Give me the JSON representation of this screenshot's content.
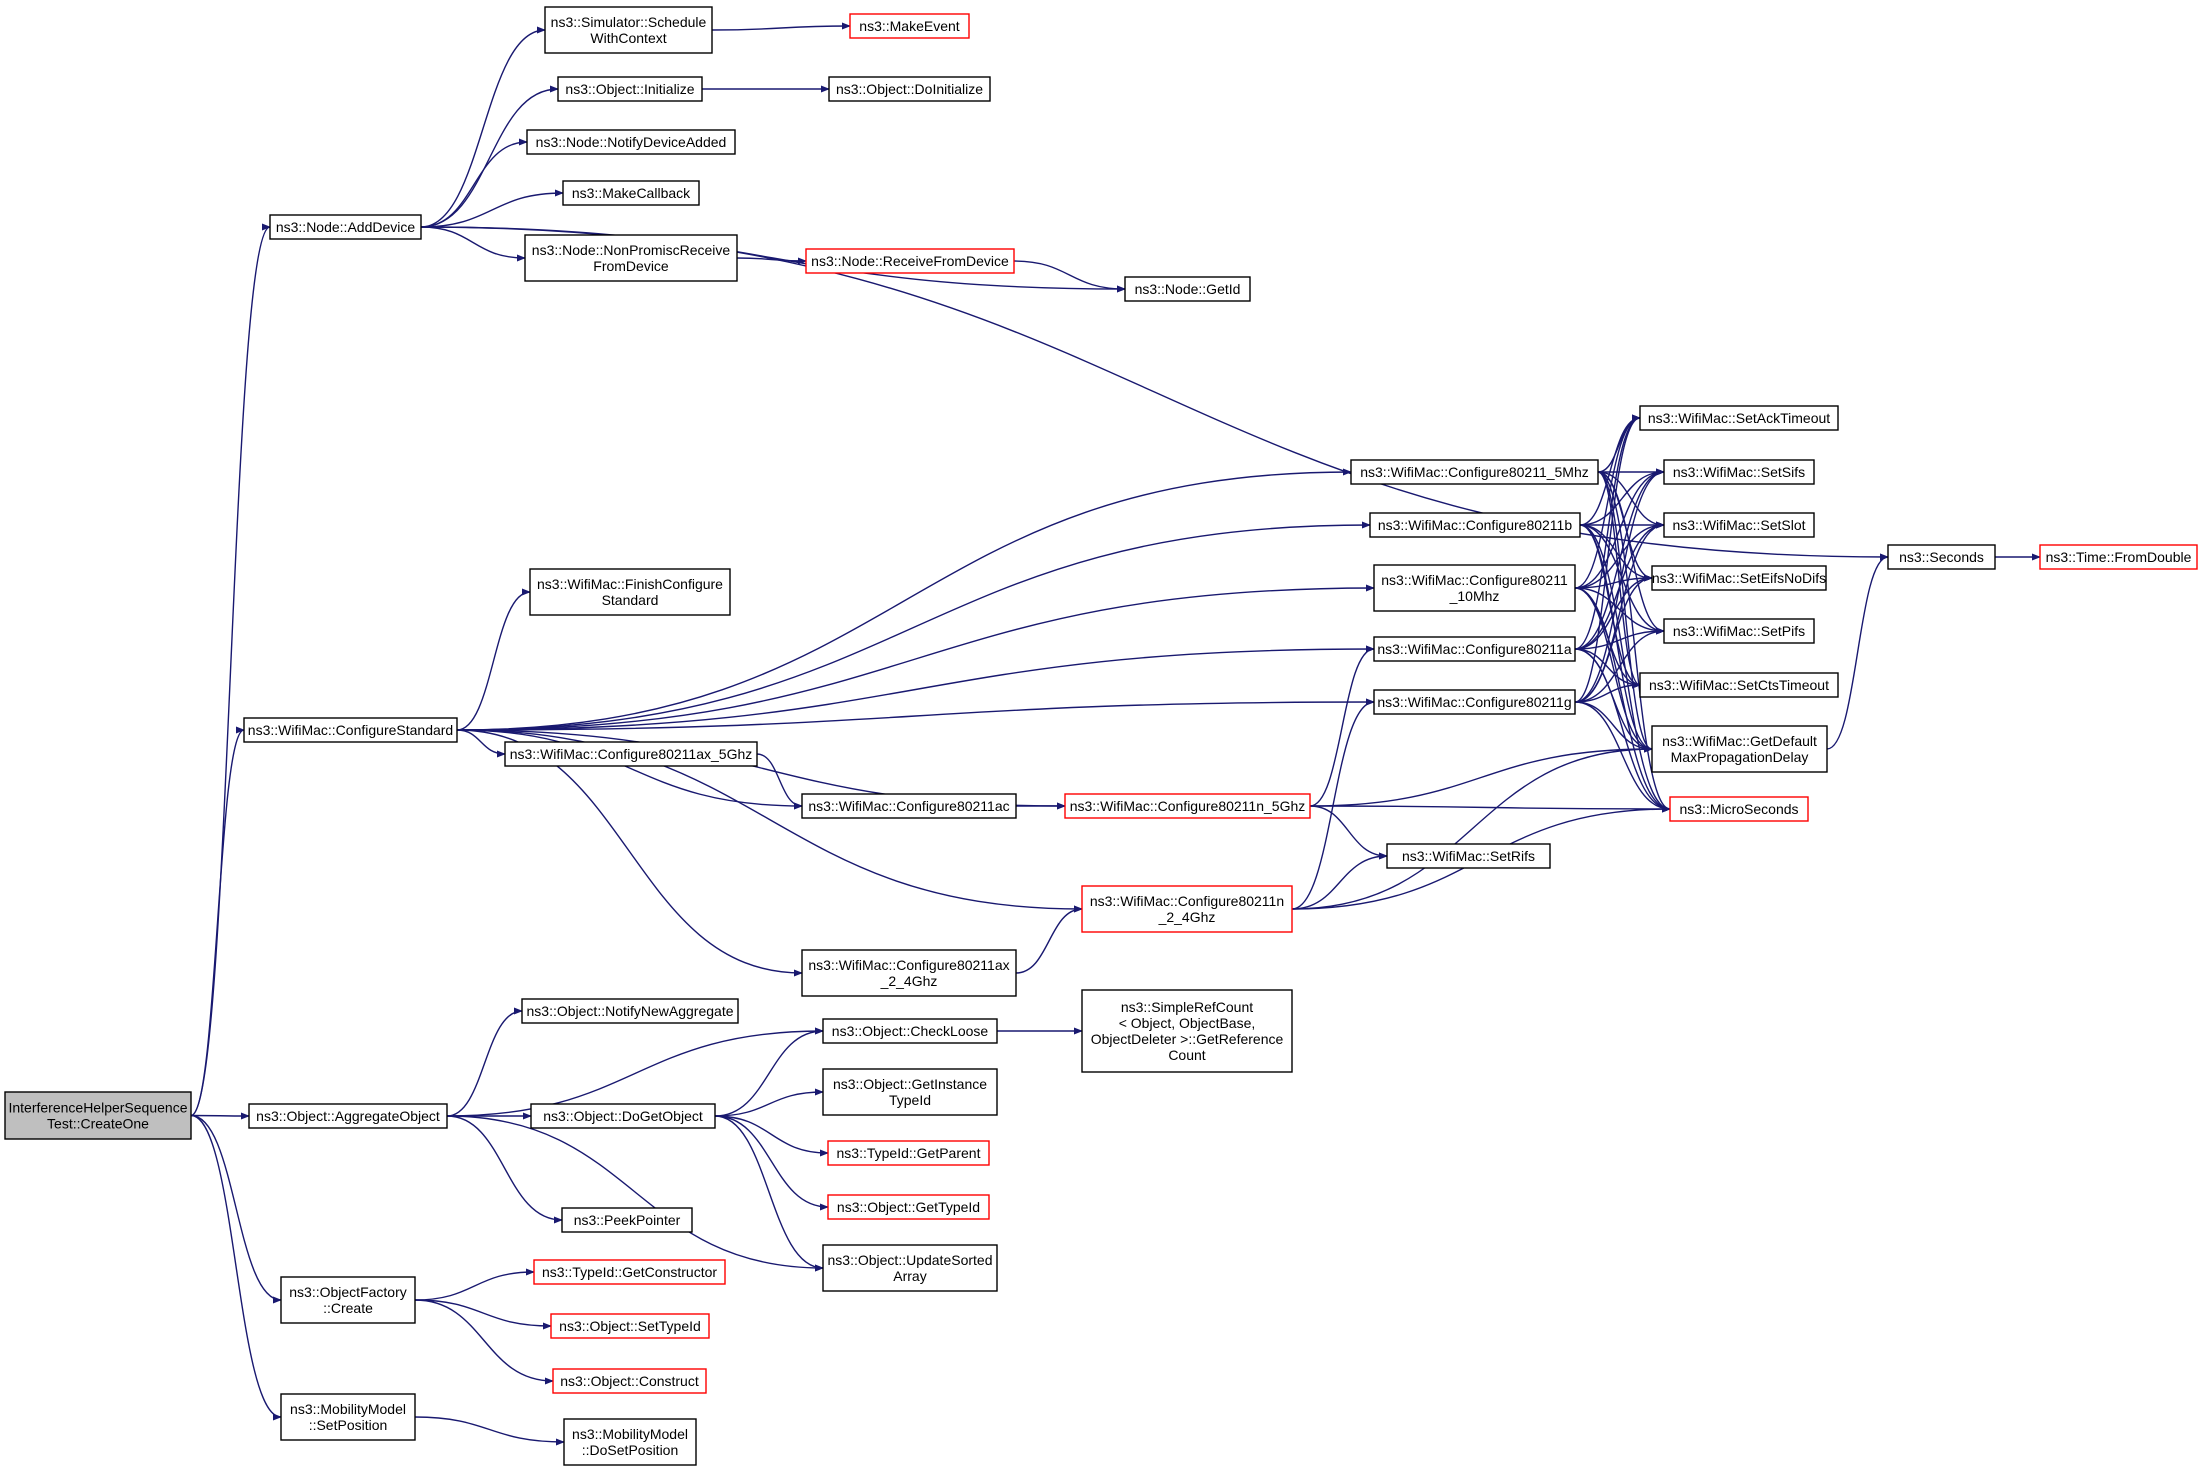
{
  "diagram": {
    "colors": {
      "edge": "#191970",
      "border": "#000000",
      "link_border": "#ff0000",
      "root_fill": "#bfbfbf"
    },
    "nodes": [
      {
        "id": "root",
        "lines": [
          "InterferenceHelperSequence",
          "Test::CreateOne"
        ],
        "style": "root"
      },
      {
        "id": "addDevice",
        "lines": [
          "ns3::Node::AddDevice"
        ],
        "style": "normal"
      },
      {
        "id": "configStd",
        "lines": [
          "ns3::WifiMac::ConfigureStandard"
        ],
        "style": "normal"
      },
      {
        "id": "aggObj",
        "lines": [
          "ns3::Object::AggregateObject"
        ],
        "style": "normal"
      },
      {
        "id": "objFactory",
        "lines": [
          "ns3::ObjectFactory",
          "::Create"
        ],
        "style": "normal"
      },
      {
        "id": "mobSetPos",
        "lines": [
          "ns3::MobilityModel",
          "::SetPosition"
        ],
        "style": "normal"
      },
      {
        "id": "schedCtx",
        "lines": [
          "ns3::Simulator::Schedule",
          "WithContext"
        ],
        "style": "normal"
      },
      {
        "id": "makeEvent",
        "lines": [
          "ns3::MakeEvent"
        ],
        "style": "link"
      },
      {
        "id": "objInit",
        "lines": [
          "ns3::Object::Initialize"
        ],
        "style": "normal"
      },
      {
        "id": "objDoInit",
        "lines": [
          "ns3::Object::DoInitialize"
        ],
        "style": "normal"
      },
      {
        "id": "notifyDev",
        "lines": [
          "ns3::Node::NotifyDeviceAdded"
        ],
        "style": "normal"
      },
      {
        "id": "makeCb",
        "lines": [
          "ns3::MakeCallback"
        ],
        "style": "normal"
      },
      {
        "id": "nonPromisc",
        "lines": [
          "ns3::Node::NonPromiscReceive",
          "FromDevice"
        ],
        "style": "normal"
      },
      {
        "id": "recvFromDev",
        "lines": [
          "ns3::Node::ReceiveFromDevice"
        ],
        "style": "link"
      },
      {
        "id": "getId",
        "lines": [
          "ns3::Node::GetId"
        ],
        "style": "normal"
      },
      {
        "id": "finishCfg",
        "lines": [
          "ns3::WifiMac::FinishConfigure",
          "Standard"
        ],
        "style": "normal"
      },
      {
        "id": "c5mhz",
        "lines": [
          "ns3::WifiMac::Configure80211_5Mhz"
        ],
        "style": "normal"
      },
      {
        "id": "cb",
        "lines": [
          "ns3::WifiMac::Configure80211b"
        ],
        "style": "normal"
      },
      {
        "id": "c10mhz",
        "lines": [
          "ns3::WifiMac::Configure80211",
          "_10Mhz"
        ],
        "style": "normal"
      },
      {
        "id": "ca",
        "lines": [
          "ns3::WifiMac::Configure80211a"
        ],
        "style": "normal"
      },
      {
        "id": "cg",
        "lines": [
          "ns3::WifiMac::Configure80211g"
        ],
        "style": "normal"
      },
      {
        "id": "cax5",
        "lines": [
          "ns3::WifiMac::Configure80211ax_5Ghz"
        ],
        "style": "normal"
      },
      {
        "id": "cac",
        "lines": [
          "ns3::WifiMac::Configure80211ac"
        ],
        "style": "normal"
      },
      {
        "id": "cn5",
        "lines": [
          "ns3::WifiMac::Configure80211n_5Ghz"
        ],
        "style": "link"
      },
      {
        "id": "cn24",
        "lines": [
          "ns3::WifiMac::Configure80211n",
          "_2_4Ghz"
        ],
        "style": "link"
      },
      {
        "id": "cax24",
        "lines": [
          "ns3::WifiMac::Configure80211ax",
          "_2_4Ghz"
        ],
        "style": "normal"
      },
      {
        "id": "setRifs",
        "lines": [
          "ns3::WifiMac::SetRifs"
        ],
        "style": "normal"
      },
      {
        "id": "setAck",
        "lines": [
          "ns3::WifiMac::SetAckTimeout"
        ],
        "style": "normal"
      },
      {
        "id": "setSifs",
        "lines": [
          "ns3::WifiMac::SetSifs"
        ],
        "style": "normal"
      },
      {
        "id": "setSlot",
        "lines": [
          "ns3::WifiMac::SetSlot"
        ],
        "style": "normal"
      },
      {
        "id": "setEifs",
        "lines": [
          "ns3::WifiMac::SetEifsNoDifs"
        ],
        "style": "normal"
      },
      {
        "id": "setPifs",
        "lines": [
          "ns3::WifiMac::SetPifs"
        ],
        "style": "normal"
      },
      {
        "id": "setCts",
        "lines": [
          "ns3::WifiMac::SetCtsTimeout"
        ],
        "style": "normal"
      },
      {
        "id": "getMaxProp",
        "lines": [
          "ns3::WifiMac::GetDefault",
          "MaxPropagationDelay"
        ],
        "style": "normal"
      },
      {
        "id": "micro",
        "lines": [
          "ns3::MicroSeconds"
        ],
        "style": "link"
      },
      {
        "id": "seconds",
        "lines": [
          "ns3::Seconds"
        ],
        "style": "normal"
      },
      {
        "id": "fromDouble",
        "lines": [
          "ns3::Time::FromDouble"
        ],
        "style": "link"
      },
      {
        "id": "notifyAgg",
        "lines": [
          "ns3::Object::NotifyNewAggregate"
        ],
        "style": "normal"
      },
      {
        "id": "checkLoose",
        "lines": [
          "ns3::Object::CheckLoose"
        ],
        "style": "normal"
      },
      {
        "id": "simpleRef",
        "lines": [
          "ns3::SimpleRefCount",
          "< Object, ObjectBase,",
          "ObjectDeleter >::GetReference",
          "Count"
        ],
        "style": "normal"
      },
      {
        "id": "doGetObj",
        "lines": [
          "ns3::Object::DoGetObject"
        ],
        "style": "normal"
      },
      {
        "id": "getInstTid",
        "lines": [
          "ns3::Object::GetInstance",
          "TypeId"
        ],
        "style": "normal"
      },
      {
        "id": "tidGetParent",
        "lines": [
          "ns3::TypeId::GetParent"
        ],
        "style": "link"
      },
      {
        "id": "objGetTid",
        "lines": [
          "ns3::Object::GetTypeId"
        ],
        "style": "link"
      },
      {
        "id": "updSorted",
        "lines": [
          "ns3::Object::UpdateSorted",
          "Array"
        ],
        "style": "normal"
      },
      {
        "id": "peekPtr",
        "lines": [
          "ns3::PeekPointer"
        ],
        "style": "normal"
      },
      {
        "id": "getCtor",
        "lines": [
          "ns3::TypeId::GetConstructor"
        ],
        "style": "link"
      },
      {
        "id": "setTid",
        "lines": [
          "ns3::Object::SetTypeId"
        ],
        "style": "link"
      },
      {
        "id": "construct",
        "lines": [
          "ns3::Object::Construct"
        ],
        "style": "link"
      },
      {
        "id": "doSetPos",
        "lines": [
          "ns3::MobilityModel",
          "::DoSetPosition"
        ],
        "style": "normal"
      }
    ],
    "edges": [
      [
        "root",
        "addDevice"
      ],
      [
        "root",
        "configStd"
      ],
      [
        "root",
        "aggObj"
      ],
      [
        "root",
        "objFactory"
      ],
      [
        "root",
        "mobSetPos"
      ],
      [
        "addDevice",
        "schedCtx"
      ],
      [
        "addDevice",
        "objInit"
      ],
      [
        "addDevice",
        "notifyDev"
      ],
      [
        "addDevice",
        "makeCb"
      ],
      [
        "addDevice",
        "nonPromisc"
      ],
      [
        "addDevice",
        "getId"
      ],
      [
        "addDevice",
        "seconds"
      ],
      [
        "schedCtx",
        "makeEvent"
      ],
      [
        "objInit",
        "objDoInit"
      ],
      [
        "nonPromisc",
        "recvFromDev"
      ],
      [
        "recvFromDev",
        "getId"
      ],
      [
        "configStd",
        "c5mhz"
      ],
      [
        "configStd",
        "cb"
      ],
      [
        "configStd",
        "c10mhz"
      ],
      [
        "configStd",
        "finishCfg"
      ],
      [
        "configStd",
        "ca"
      ],
      [
        "configStd",
        "cg"
      ],
      [
        "configStd",
        "cax5"
      ],
      [
        "configStd",
        "cac"
      ],
      [
        "configStd",
        "cn5"
      ],
      [
        "configStd",
        "cn24"
      ],
      [
        "configStd",
        "cax24"
      ],
      [
        "cax5",
        "cac"
      ],
      [
        "cac",
        "cn5"
      ],
      [
        "cax24",
        "cn24"
      ],
      [
        "cn5",
        "ca"
      ],
      [
        "cn5",
        "setRifs"
      ],
      [
        "cn5",
        "getMaxProp"
      ],
      [
        "cn5",
        "micro"
      ],
      [
        "cn24",
        "cg"
      ],
      [
        "cn24",
        "setRifs"
      ],
      [
        "cn24",
        "getMaxProp"
      ],
      [
        "cn24",
        "micro"
      ],
      [
        "c5mhz",
        "setAck"
      ],
      [
        "c5mhz",
        "setSifs"
      ],
      [
        "c5mhz",
        "setSlot"
      ],
      [
        "c5mhz",
        "setEifs"
      ],
      [
        "c5mhz",
        "setPifs"
      ],
      [
        "c5mhz",
        "setCts"
      ],
      [
        "c5mhz",
        "getMaxProp"
      ],
      [
        "c5mhz",
        "micro"
      ],
      [
        "cb",
        "setAck"
      ],
      [
        "cb",
        "setSifs"
      ],
      [
        "cb",
        "setSlot"
      ],
      [
        "cb",
        "setEifs"
      ],
      [
        "cb",
        "setPifs"
      ],
      [
        "cb",
        "setCts"
      ],
      [
        "cb",
        "getMaxProp"
      ],
      [
        "cb",
        "micro"
      ],
      [
        "c10mhz",
        "setAck"
      ],
      [
        "c10mhz",
        "setSifs"
      ],
      [
        "c10mhz",
        "setSlot"
      ],
      [
        "c10mhz",
        "setEifs"
      ],
      [
        "c10mhz",
        "setPifs"
      ],
      [
        "c10mhz",
        "setCts"
      ],
      [
        "c10mhz",
        "getMaxProp"
      ],
      [
        "c10mhz",
        "micro"
      ],
      [
        "ca",
        "setAck"
      ],
      [
        "ca",
        "setSifs"
      ],
      [
        "ca",
        "setSlot"
      ],
      [
        "ca",
        "setEifs"
      ],
      [
        "ca",
        "setPifs"
      ],
      [
        "ca",
        "setCts"
      ],
      [
        "ca",
        "getMaxProp"
      ],
      [
        "ca",
        "micro"
      ],
      [
        "cg",
        "setAck"
      ],
      [
        "cg",
        "setSifs"
      ],
      [
        "cg",
        "setSlot"
      ],
      [
        "cg",
        "setEifs"
      ],
      [
        "cg",
        "setPifs"
      ],
      [
        "cg",
        "setCts"
      ],
      [
        "cg",
        "getMaxProp"
      ],
      [
        "cg",
        "micro"
      ],
      [
        "getMaxProp",
        "seconds"
      ],
      [
        "seconds",
        "fromDouble"
      ],
      [
        "aggObj",
        "notifyAgg"
      ],
      [
        "aggObj",
        "checkLoose"
      ],
      [
        "aggObj",
        "doGetObj"
      ],
      [
        "aggObj",
        "peekPtr"
      ],
      [
        "aggObj",
        "updSorted"
      ],
      [
        "checkLoose",
        "simpleRef"
      ],
      [
        "doGetObj",
        "checkLoose"
      ],
      [
        "doGetObj",
        "getInstTid"
      ],
      [
        "doGetObj",
        "tidGetParent"
      ],
      [
        "doGetObj",
        "objGetTid"
      ],
      [
        "doGetObj",
        "updSorted"
      ],
      [
        "objFactory",
        "getCtor"
      ],
      [
        "objFactory",
        "setTid"
      ],
      [
        "objFactory",
        "construct"
      ],
      [
        "mobSetPos",
        "doSetPos"
      ]
    ]
  }
}
